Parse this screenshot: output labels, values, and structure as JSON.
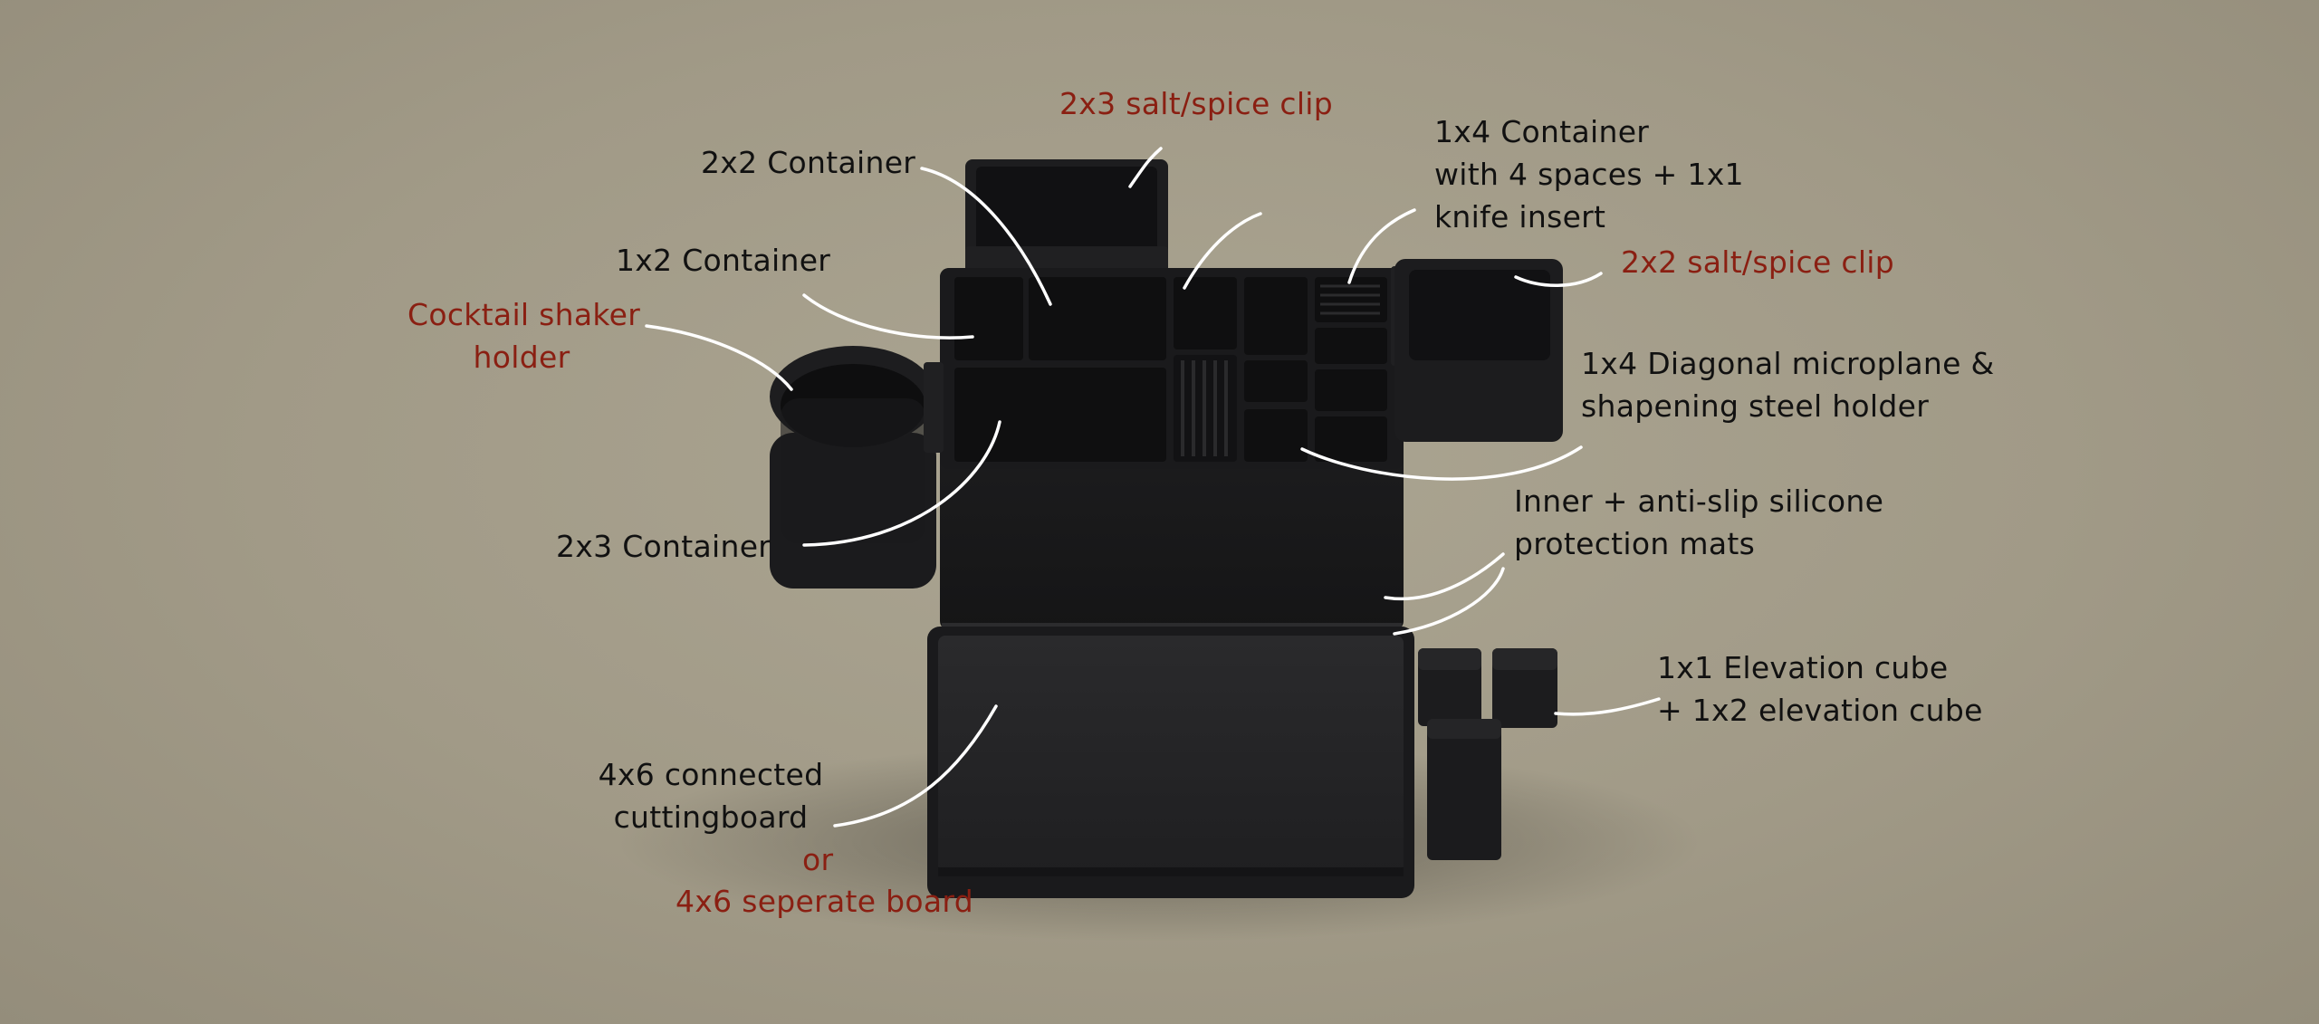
{
  "labels": {
    "salt_clip_2x3": "2x3 salt/spice clip",
    "container_2x2": "2x2 Container",
    "container_1x4_l1": "1x4 Container",
    "container_1x4_l2": "with 4 spaces + 1x1",
    "container_1x4_l3": "knife insert",
    "salt_clip_2x2": "2x2 salt/spice clip",
    "container_1x2": "1x2 Container",
    "shaker_l1": "Cocktail shaker",
    "shaker_l2": "holder",
    "microplane_l1": "1x4 Diagonal microplane &",
    "microplane_l2": "shapening steel holder",
    "mats_l1": "Inner + anti-slip silicone",
    "mats_l2": "protection mats",
    "container_2x3": "2x3 Container",
    "elevation_l1": "1x1 Elevation cube",
    "elevation_l2": "+ 1x2 elevation cube",
    "board_l1": "4x6 connected",
    "board_l2": "cuttingboard",
    "board_or": "or",
    "board_alt": "4x6 seperate board"
  },
  "colors": {
    "background": "#a39c89",
    "label_black": "#111111",
    "label_red": "#8a1f12",
    "leader_lines": "#ffffff",
    "object": "#1c1c1e"
  }
}
